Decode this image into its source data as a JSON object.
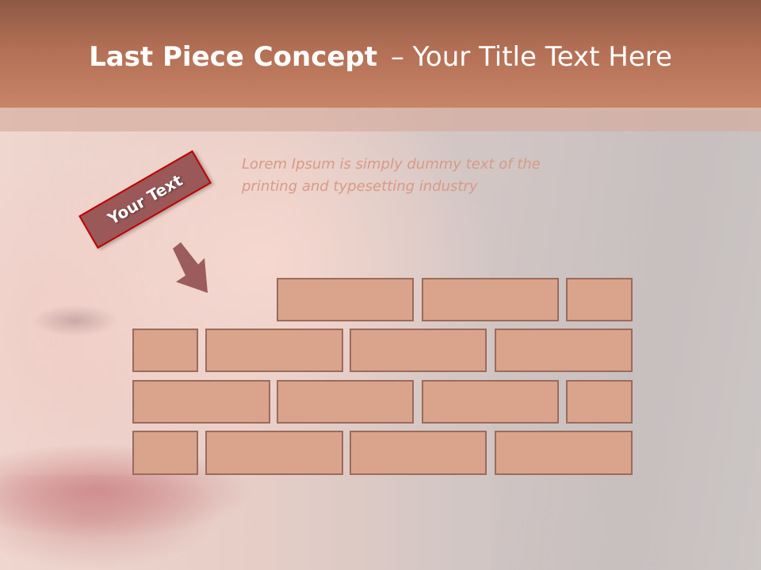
{
  "slide": {
    "title_bold": "Last Piece Concept",
    "title_rest": "– Your Title Text Here",
    "body_text": "Lorem Ipsum is simply dummy text of the printing and typesetting industry",
    "tag_label": "Your Text"
  },
  "icons": {
    "arrow": "arrow-down-right-icon"
  },
  "colors": {
    "header": "#c88466",
    "brick_fill": "#d9a48b",
    "brick_border": "#9b6b5c",
    "tag_fill": "#9a5858",
    "tag_border": "#c00000",
    "body_text": "#d89a86"
  }
}
